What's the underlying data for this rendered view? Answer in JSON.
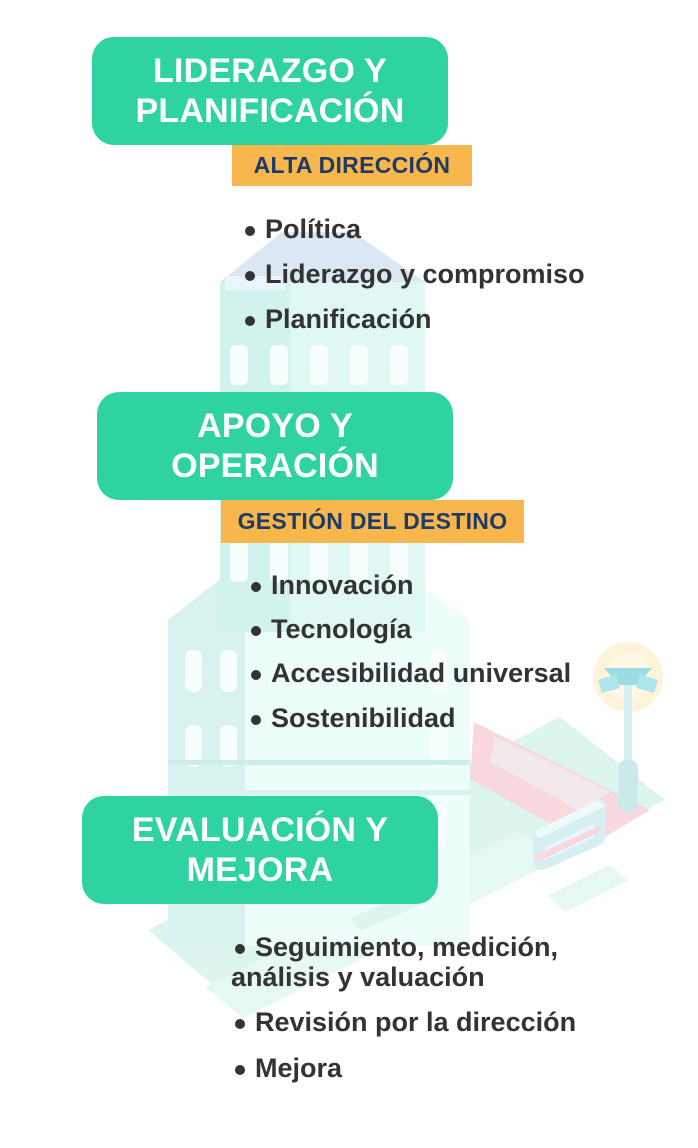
{
  "colors": {
    "accent_green": "#2fd3a1",
    "tag_orange": "#f8b74d",
    "tag_text": "#1e3b67",
    "list_text": "#333333",
    "illustration_mint": "#dcf6ef",
    "illustration_pink": "#f8d8dc"
  },
  "illustration": {
    "icons": [
      "building-icon",
      "streetlamp-icon",
      "tram-icon",
      "road-icon"
    ]
  },
  "sections": [
    {
      "title": "LIDERAZGO Y\nPLANIFICACIÓN",
      "tag": "ALTA DIRECCIÓN",
      "items": [
        "Política",
        "Liderazgo y compromiso",
        "Planificación"
      ]
    },
    {
      "title": "APOYO Y\nOPERACIÓN",
      "tag": "GESTIÓN DEL DESTINO",
      "items": [
        "Innovación",
        "Tecnología",
        "Accesibilidad universal",
        "Sostenibilidad"
      ]
    },
    {
      "title": "EVALUACIÓN Y\nMEJORA",
      "tag": "",
      "items": [
        "Seguimiento, medición, análisis y valuación",
        "Revisión por la dirección",
        "Mejora"
      ]
    }
  ]
}
